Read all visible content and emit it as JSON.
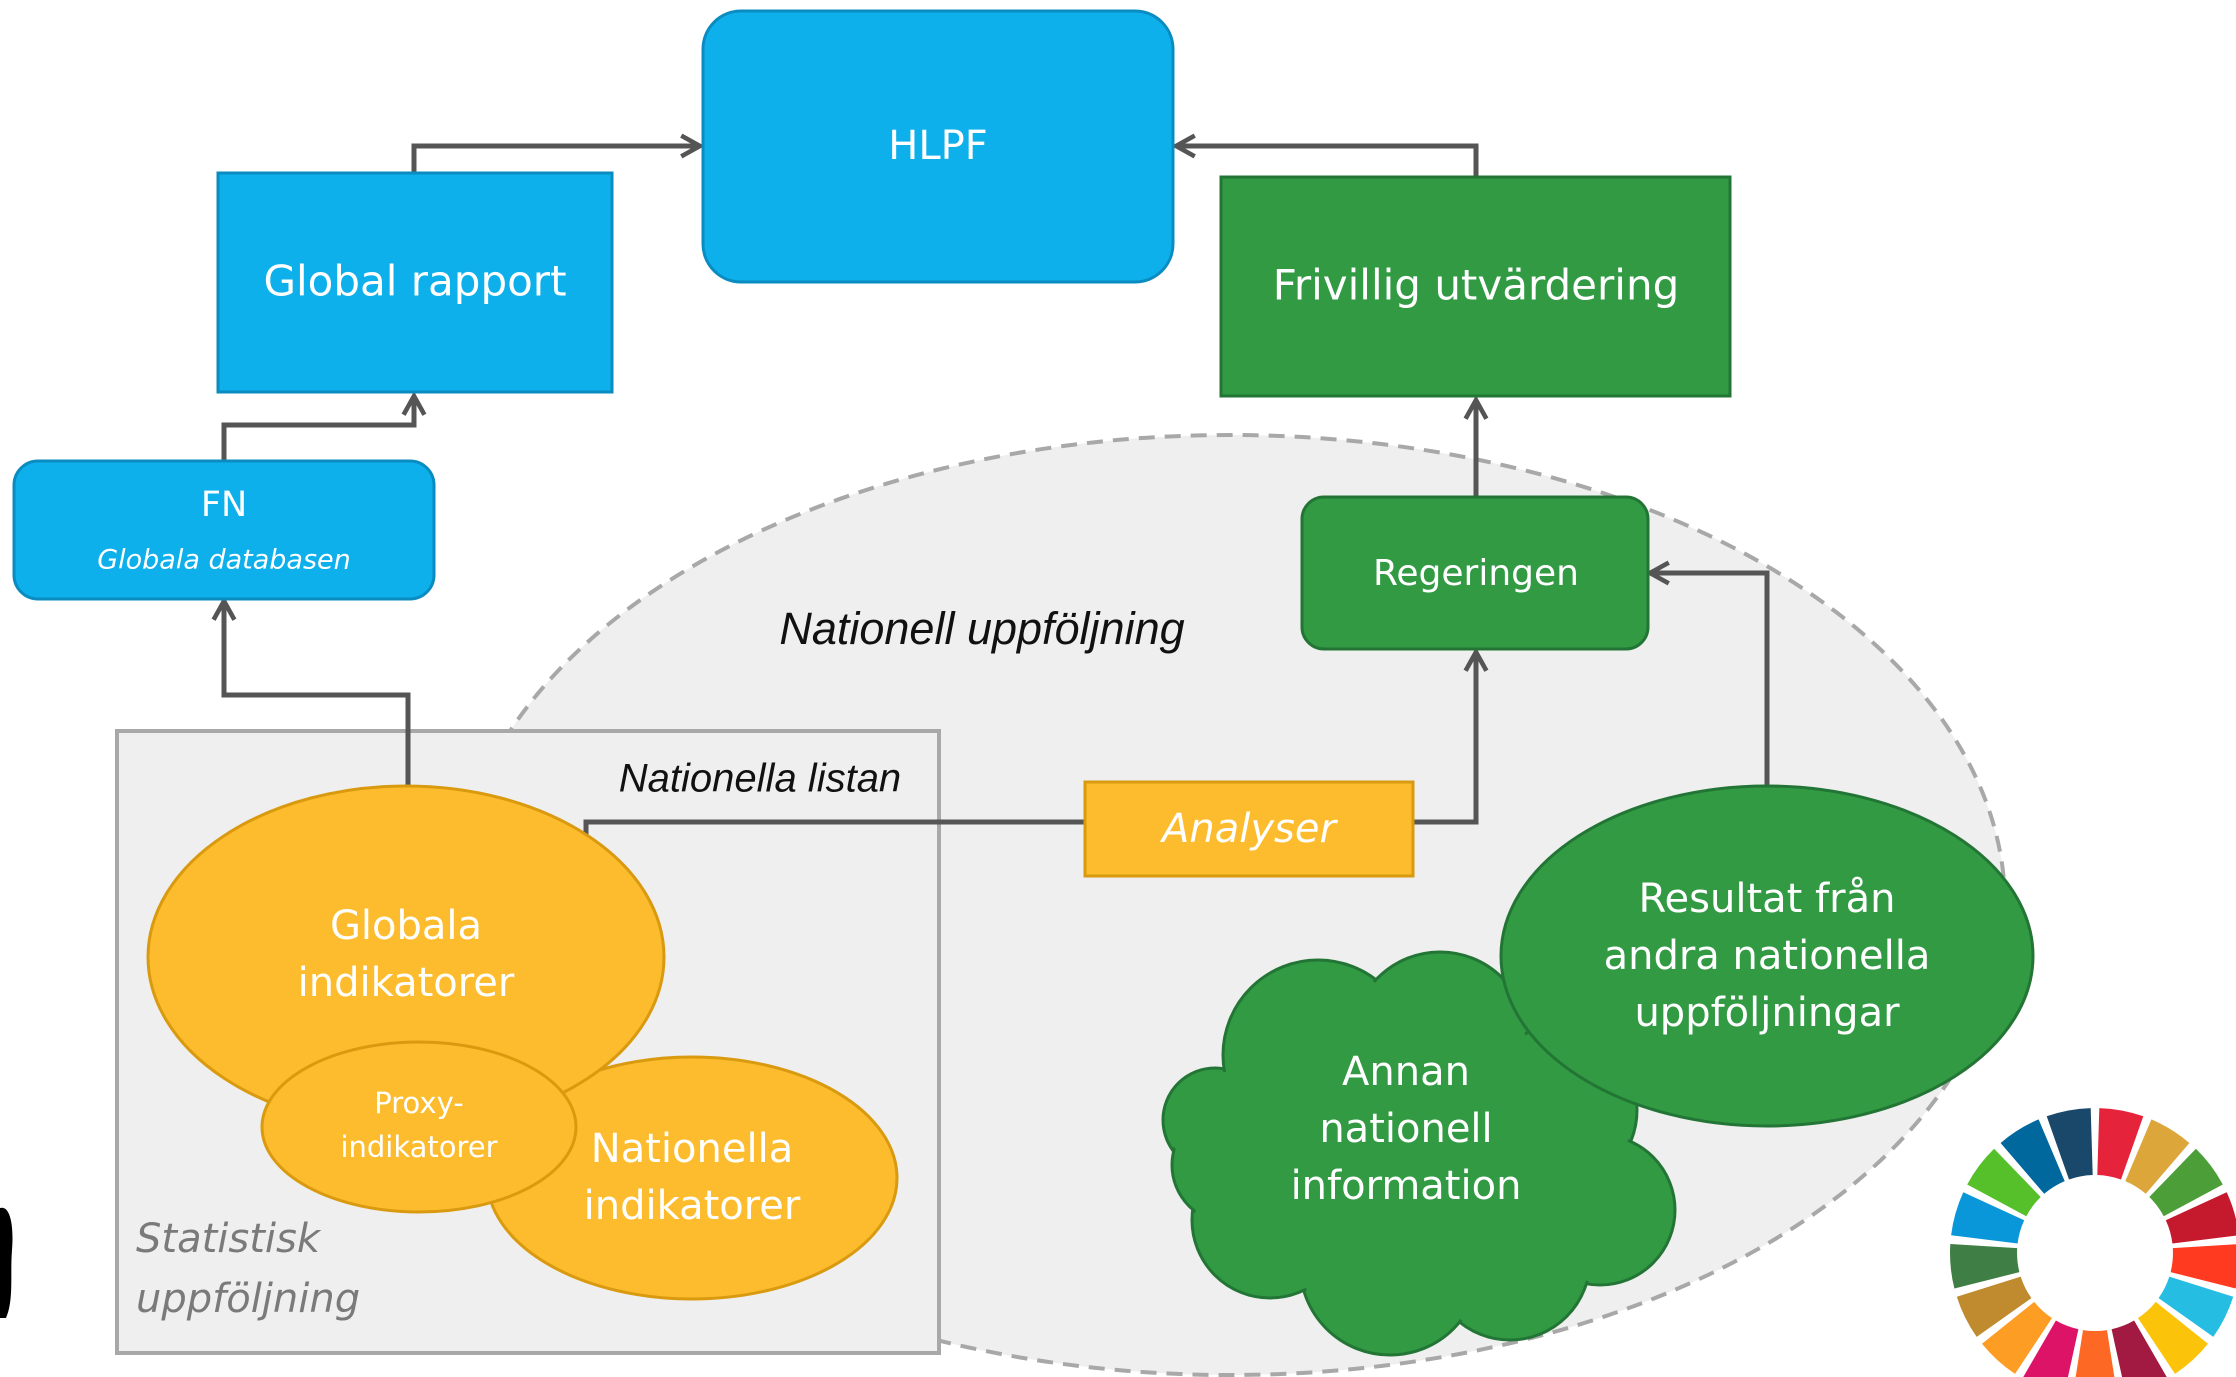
{
  "nodes": {
    "hlpf": "HLPF",
    "global_rapport": "Global rapport",
    "frivillig": "Frivillig utvärdering",
    "fn_title": "FN",
    "fn_sub": "Globala databasen",
    "regeringen": "Regeringen",
    "nationell_uppfoljning": "Nationell uppföljning",
    "nationella_listan": "Nationella listan",
    "analyser": "Analyser",
    "globala_ind_line1": "Globala",
    "globala_ind_line2": "indikatorer",
    "proxy_line1": "Proxy-",
    "proxy_line2": "indikatorer",
    "nationella_ind_line1": "Nationella",
    "nationella_ind_line2": "indikatorer",
    "statistisk_line1": "Statistisk",
    "statistisk_line2": "uppföljning",
    "annan_line1": "Annan",
    "annan_line2": "nationell",
    "annan_line3": "information",
    "resultat_line1": "Resultat från",
    "resultat_line2": "andra nationella",
    "resultat_line3": "uppföljningar"
  },
  "colors": {
    "blue": "#0EB0EC",
    "green": "#319A43",
    "yellow": "#FDBC2D",
    "gray_fill": "#EFEFEF",
    "arrow": "#555555"
  },
  "icons": {
    "sdg_wheel": "sdg-color-wheel-icon"
  },
  "sdg_wheel_colors": [
    "#E5243B",
    "#DDA63A",
    "#4C9F38",
    "#C5192D",
    "#FF3A21",
    "#26BDE2",
    "#FCC30B",
    "#A21942",
    "#FD6925",
    "#DD1367",
    "#FD9D24",
    "#BF8B2E",
    "#3F7E44",
    "#0A97D9",
    "#56C02B",
    "#00689D",
    "#19486A"
  ]
}
